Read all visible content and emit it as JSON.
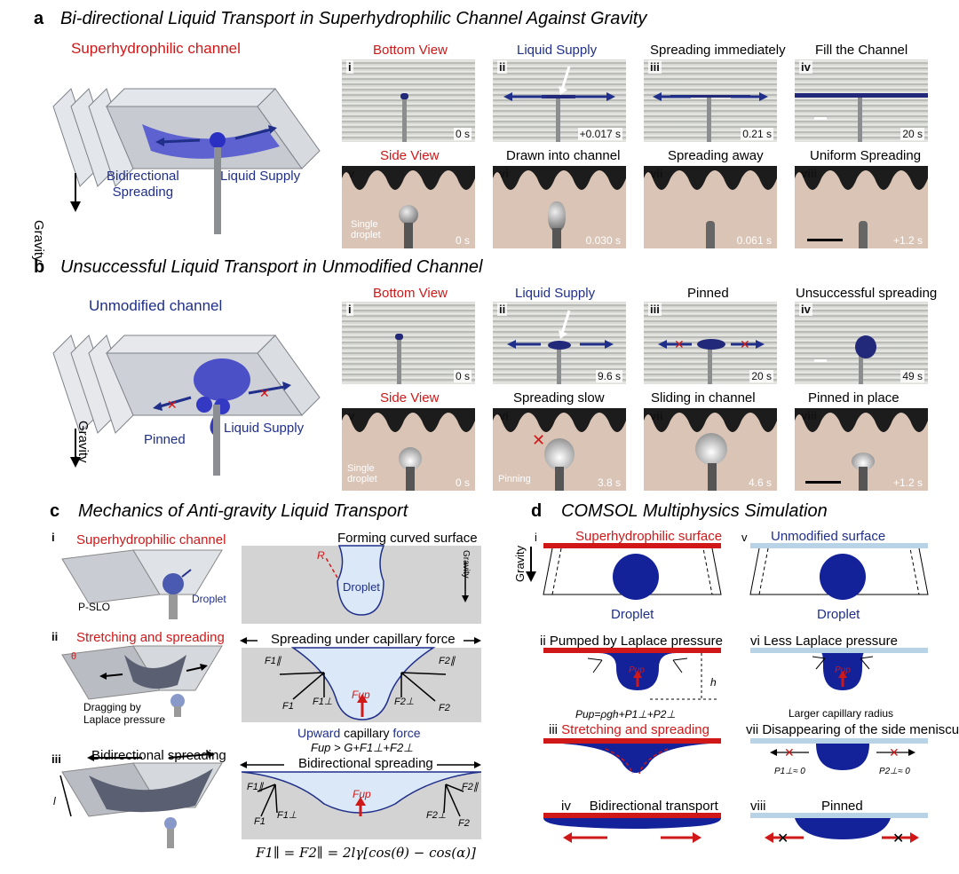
{
  "sections": {
    "a": {
      "letter": "a",
      "title": "Bi-directional Liquid Transport in Superhydrophilic Channel Against Gravity",
      "channel": "Superhydrophilic channel",
      "spreading": "Bidirectional\nSpreading",
      "supply": "Liquid Supply",
      "gravity": "Gravity",
      "top": [
        {
          "roman": "i",
          "label": "Bottom View",
          "time": "0 s"
        },
        {
          "roman": "ii",
          "label": "Liquid Supply",
          "time": "+0.017 s"
        },
        {
          "roman": "iii",
          "label": "Spreading immediately",
          "time": "0.21 s"
        },
        {
          "roman": "iv",
          "label": "Fill the Channel",
          "time": "20 s"
        }
      ],
      "bottom": [
        {
          "roman": "v",
          "label": "Side View",
          "time": "0 s",
          "note": "Single\ndroplet"
        },
        {
          "roman": "vi",
          "label": "Drawn into channel",
          "time": "0.030 s"
        },
        {
          "roman": "vii",
          "label": "Spreading away",
          "time": "0.061 s"
        },
        {
          "roman": "viii",
          "label": "Uniform Spreading",
          "time": "+1.2 s"
        }
      ]
    },
    "b": {
      "letter": "b",
      "title": "Unsuccessful Liquid Transport in Unmodified Channel",
      "channel": "Unmodified channel",
      "pinned": "Pinned",
      "supply": "Liquid Supply",
      "gravity": "Gravity",
      "top": [
        {
          "roman": "i",
          "label": "Bottom View",
          "time": "0 s"
        },
        {
          "roman": "ii",
          "label": "Liquid Supply",
          "time": "9.6 s"
        },
        {
          "roman": "iii",
          "label": "Pinned",
          "time": "20 s"
        },
        {
          "roman": "iv",
          "label": "Unsuccessful spreading",
          "time": "49 s"
        }
      ],
      "bottom": [
        {
          "roman": "v",
          "label": "Side View",
          "time": "0 s",
          "note": "Single\ndroplet"
        },
        {
          "roman": "vi",
          "label": "Spreading slow",
          "time": "3.8 s",
          "note": "Pinning"
        },
        {
          "roman": "vii",
          "label": "Sliding in channel",
          "time": "4.6 s"
        },
        {
          "roman": "viii",
          "label": "Pinned in place",
          "time": "+1.2 s"
        }
      ]
    },
    "c": {
      "letter": "c",
      "title": "Mechanics of Anti-gravity Liquid Transport",
      "i": {
        "roman": "i",
        "label": "Superhydrophilic channel",
        "pslo": "P-SLO",
        "droplet": "Droplet"
      },
      "ii": {
        "roman": "ii",
        "label": "Stretching and spreading",
        "drag": "Dragging by\nLaplace pressure",
        "theta": "θ"
      },
      "iii": {
        "roman": "iii",
        "label": "Bidirectional spreading",
        "l": "l"
      },
      "d1": {
        "title": "Forming curved surface",
        "droplet": "Droplet",
        "r": "R",
        "gravity": "Gravity"
      },
      "d2": {
        "title": "Spreading under capillary force",
        "f1p": "F1∥",
        "f2p": "F2∥",
        "f1": "F1",
        "f2": "F2",
        "f1n": "F1⊥",
        "f2n": "F2⊥",
        "fup": "Fup",
        "cap1": "Upward",
        "cap2": " capillary ",
        "cap3": "force",
        "eq": "Fup > G+F1⊥+F2⊥"
      },
      "d3": {
        "title": "Bidirectional spreading",
        "fup": "Fup",
        "f1p": "F1∥",
        "f2p": "F2∥",
        "f1": "F1",
        "f2": "F2",
        "f1n": "F1⊥",
        "f2n": "F2⊥",
        "eq": "F1∥ = F2∥ = 2lγ[cos(θ) − cos(α)]"
      }
    },
    "d": {
      "letter": "d",
      "title": "COMSOL Multiphysics Simulation",
      "i": {
        "roman": "i",
        "label": "Superhydrophilic surface",
        "droplet": "Droplet",
        "gravity": "Gravity"
      },
      "v": {
        "roman": "v",
        "label": "Unmodified surface",
        "droplet": "Droplet"
      },
      "ii": {
        "roman": "ii",
        "label": "Pumped by Laplace pressure",
        "eq": "Pup=ρgh+P1⊥+P2⊥",
        "h": "h",
        "pup": "Pup"
      },
      "vi": {
        "roman": "vi",
        "label": "Less Laplace pressure",
        "note": "Larger capillary radius",
        "pup": "Pup"
      },
      "iii": {
        "roman": "iii",
        "label": "Stretching and spreading"
      },
      "vii": {
        "roman": "vii",
        "label": "Disappearing of the side meniscus",
        "p1": "P1⊥≈ 0",
        "p2": "P2⊥≈ 0"
      },
      "iv": {
        "roman": "iv",
        "label": "Bidirectional transport"
      },
      "viii": {
        "roman": "viii",
        "label": "Pinned"
      }
    }
  },
  "colors": {
    "red": "#d01818",
    "blue": "#1f2f8a",
    "navy": "#142178",
    "lightblue": "#b9d3e6"
  }
}
